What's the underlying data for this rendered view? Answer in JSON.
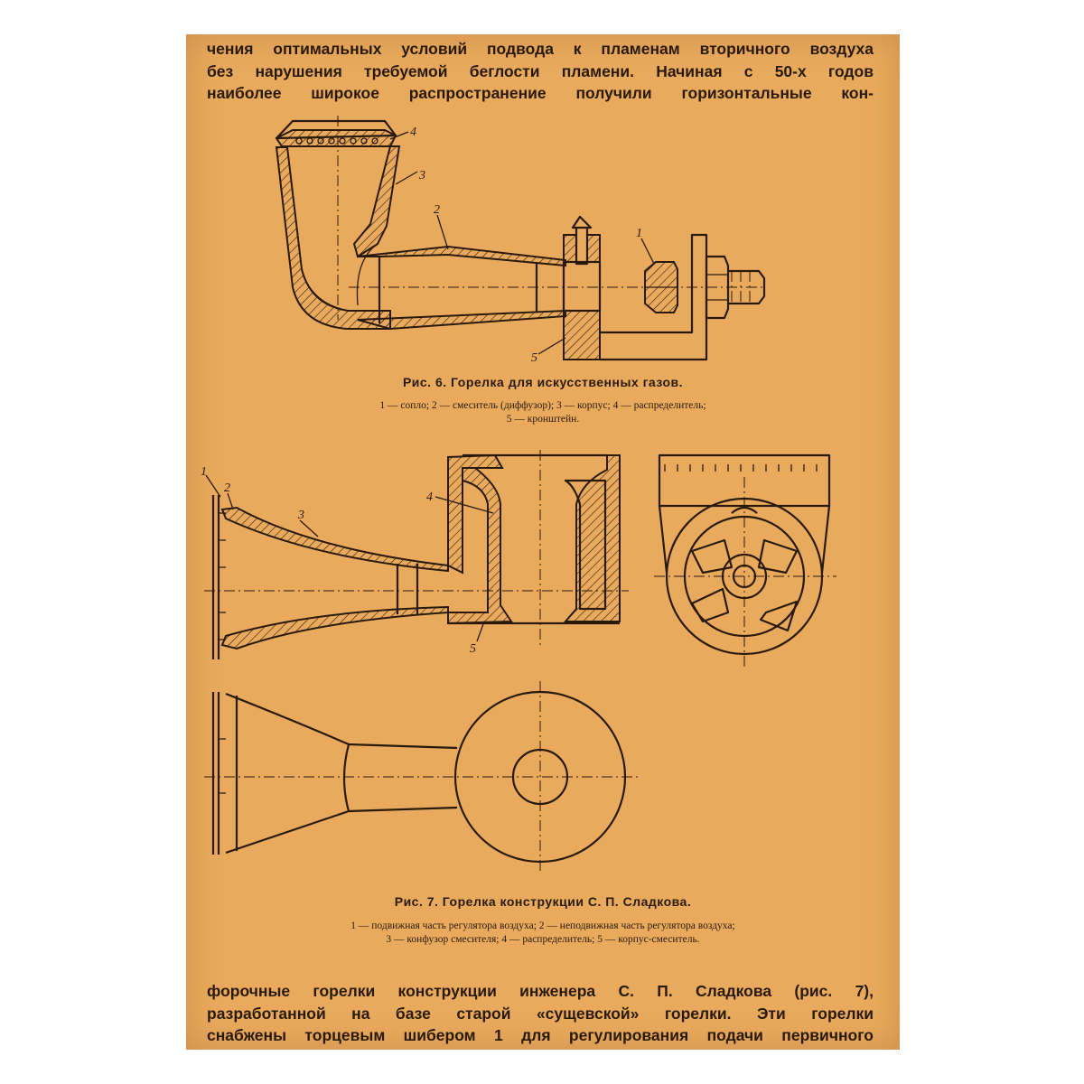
{
  "paragraph_top": [
    "чения оптимальных условий подвода к пламенам вторичного воздуха",
    "без нарушения требуемой беглости пламени. Начиная с 50-х годов",
    "наиболее широкое распространение получили горизонтальные кон-"
  ],
  "figure6": {
    "caption": "Рис. 6. Горелка для искусственных газов.",
    "legend": [
      "1 — сопло; 2 — смеситель (диффузор); 3 — корпус; 4 — распределитель;",
      "5 — кронштейн."
    ],
    "labels": [
      "1",
      "2",
      "3",
      "4",
      "5"
    ]
  },
  "figure7": {
    "caption": "Рис. 7. Горелка конструкции С. П. Сладкова.",
    "legend": [
      "1 — подвижная часть регулятора воздуха; 2 — неподвижная часть регулятора воздуха;",
      "3 — конфузор смесителя; 4 — распределитель; 5 — корпус-смеситель."
    ],
    "labels": [
      "1",
      "2",
      "3",
      "4",
      "5"
    ]
  },
  "paragraph_bottom": [
    "форочные горелки конструкции инженера С. П. Сладкова (рис. 7),",
    "разработанной на базе старой «сущевской» горелки. Эти горелки",
    "снабжены торцевым шибером 1 для регулирования подачи первичного"
  ]
}
